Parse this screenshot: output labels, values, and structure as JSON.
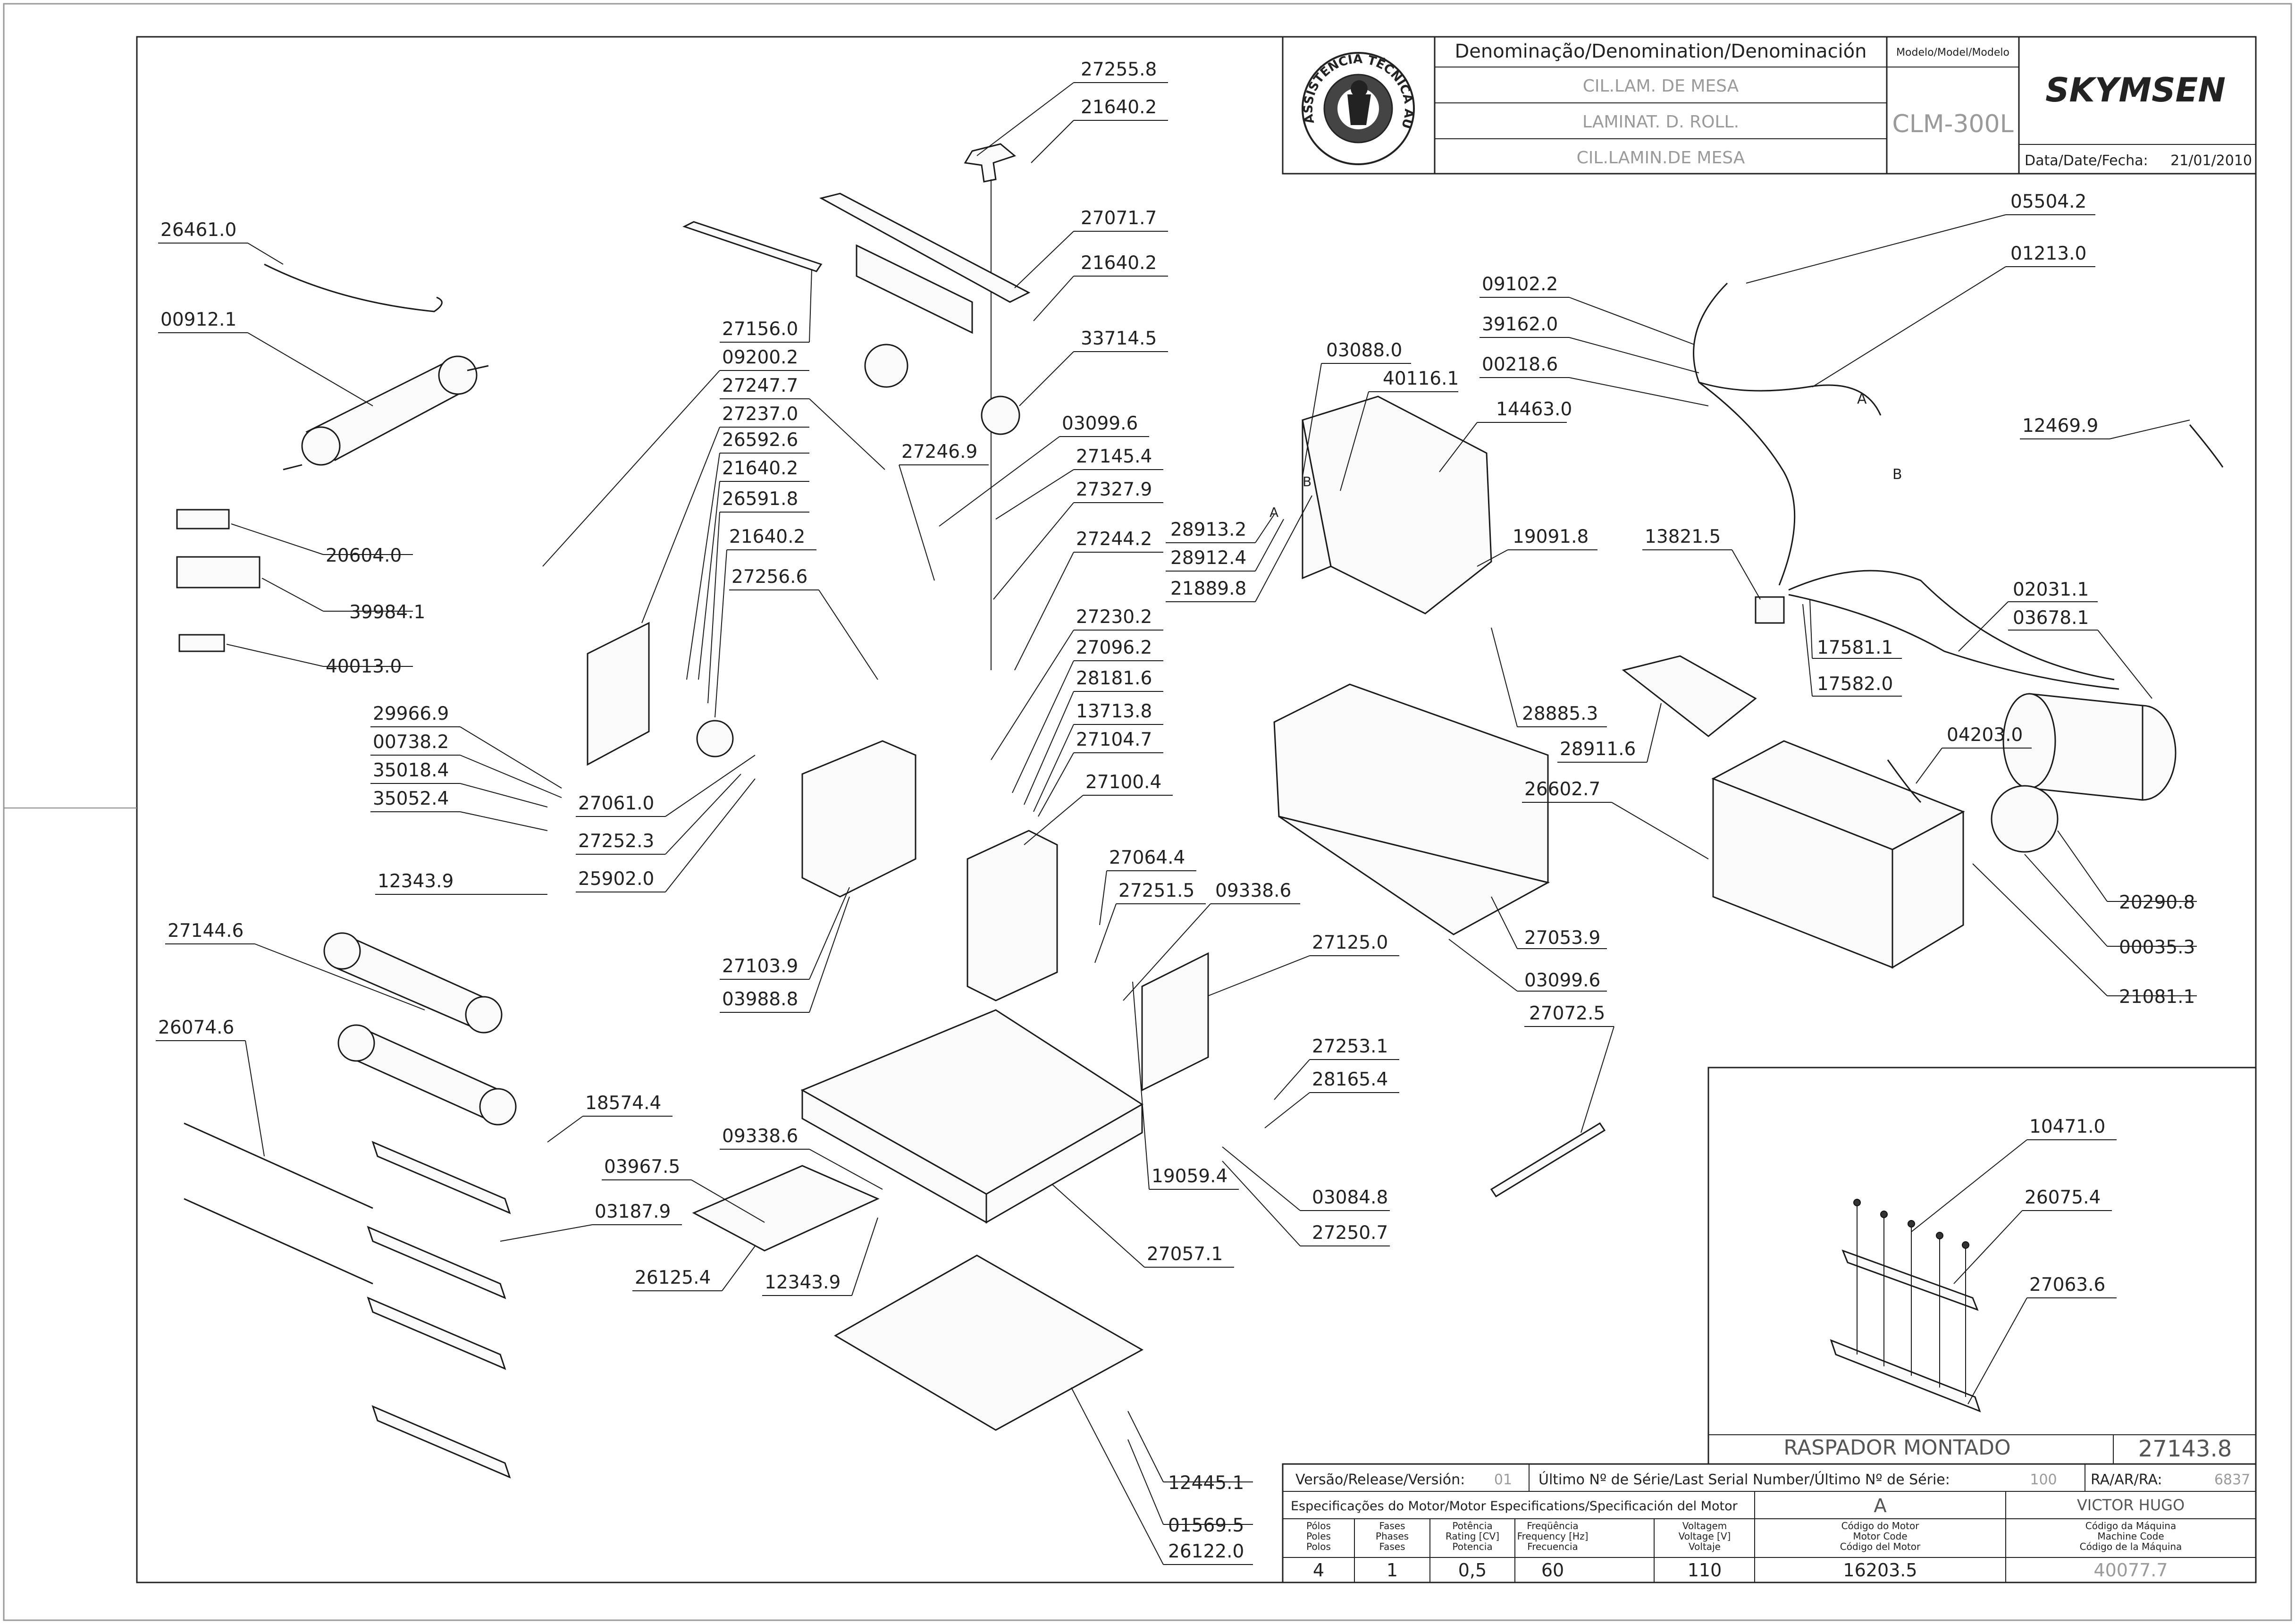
{
  "title_block": {
    "denomination_header": "Denominação/Denomination/Denominación",
    "model_header": "Modelo/Model/Modelo",
    "name_pt": "CIL.LAM. DE MESA",
    "name_en": "LAMINAT. D. ROLL.",
    "name_es": "CIL.LAMIN.DE MESA",
    "model": "CLM-300L",
    "brand": "SKYMSEN",
    "seal_text": "ASSISTÊNCIA TÉCNICA AUTORIZADA",
    "date_label": "Data/Date/Fecha:",
    "date_value": "21/01/2010"
  },
  "subassembly": {
    "name": "RASPADOR MONTADO",
    "code": "27143.8"
  },
  "bottom_block": {
    "version_label": "Versão/Release/Versión:",
    "version_value": "01",
    "serial_label": "Último Nº de Série/Last Serial Number/Último Nº de Série:",
    "serial_value": "100",
    "ra_label": "RA/AR/RA:",
    "ra_value": "6837",
    "motor_spec_label": "Especificações do Motor/Motor Especifications/Specificación del Motor",
    "revision": "A",
    "author": "VICTOR HUGO",
    "columns": [
      {
        "header": [
          "Pólos",
          "Poles",
          "Polos"
        ],
        "value": "4"
      },
      {
        "header": [
          "Fases",
          "Phases",
          "Fases"
        ],
        "value": "1"
      },
      {
        "header": [
          "Potência",
          "Rating [CV]",
          "Potencia"
        ],
        "value": "0,5"
      },
      {
        "header": [
          "Freqüência",
          "Frequency [Hz]",
          "Frecuencia"
        ],
        "value": "60"
      },
      {
        "header": [
          "Voltagem",
          "Voltage [V]",
          "Voltaje"
        ],
        "value": "110"
      },
      {
        "header": [
          "Código do Motor",
          "Motor Code",
          "Código del Motor"
        ],
        "value": "16203.5"
      },
      {
        "header": [
          "Código da Máquina",
          "Machine Code",
          "Código de la Máquina"
        ],
        "value": "40077.7"
      }
    ]
  },
  "part_labels": [
    "27255.8",
    "21640.2",
    "27071.7",
    "21640.2",
    "33714.5",
    "26461.0",
    "00912.1",
    "27156.0",
    "09200.2",
    "27247.7",
    "27237.0",
    "26592.6",
    "21640.2",
    "26591.8",
    "21640.2",
    "27256.6",
    "27246.9",
    "03099.6",
    "27145.4",
    "27327.9",
    "27244.2",
    "27230.2",
    "27096.2",
    "28181.6",
    "13713.8",
    "27104.7",
    "27100.4",
    "27064.4",
    "27251.5",
    "09338.6",
    "20604.0",
    "39984.1",
    "40013.0",
    "29966.9",
    "00738.2",
    "35018.4",
    "35052.4",
    "27061.0",
    "27252.3",
    "25902.0",
    "12343.9",
    "27103.9",
    "03988.8",
    "27144.6",
    "26074.6",
    "18574.4",
    "09338.6",
    "03967.5",
    "03187.9",
    "26125.4",
    "12343.9",
    "27057.1",
    "19059.4",
    "03084.8",
    "27250.7",
    "27253.1",
    "28165.4",
    "27125.0",
    "12445.1",
    "01569.5",
    "26122.0",
    "03088.0",
    "40116.1",
    "14463.0",
    "28913.2",
    "28912.4",
    "21889.8",
    "19091.8",
    "28885.3",
    "28911.6",
    "26602.7",
    "27053.9",
    "03099.6",
    "27072.5",
    "09102.2",
    "39162.0",
    "00218.6",
    "05504.2",
    "01213.0",
    "12469.9",
    "13821.5",
    "17581.1",
    "17582.0",
    "02031.1",
    "03678.1",
    "04203.0",
    "20290.8",
    "00035.3",
    "21081.1",
    "10471.0",
    "26075.4",
    "27063.6"
  ],
  "connector_marks": [
    "A",
    "B",
    "A",
    "B"
  ]
}
